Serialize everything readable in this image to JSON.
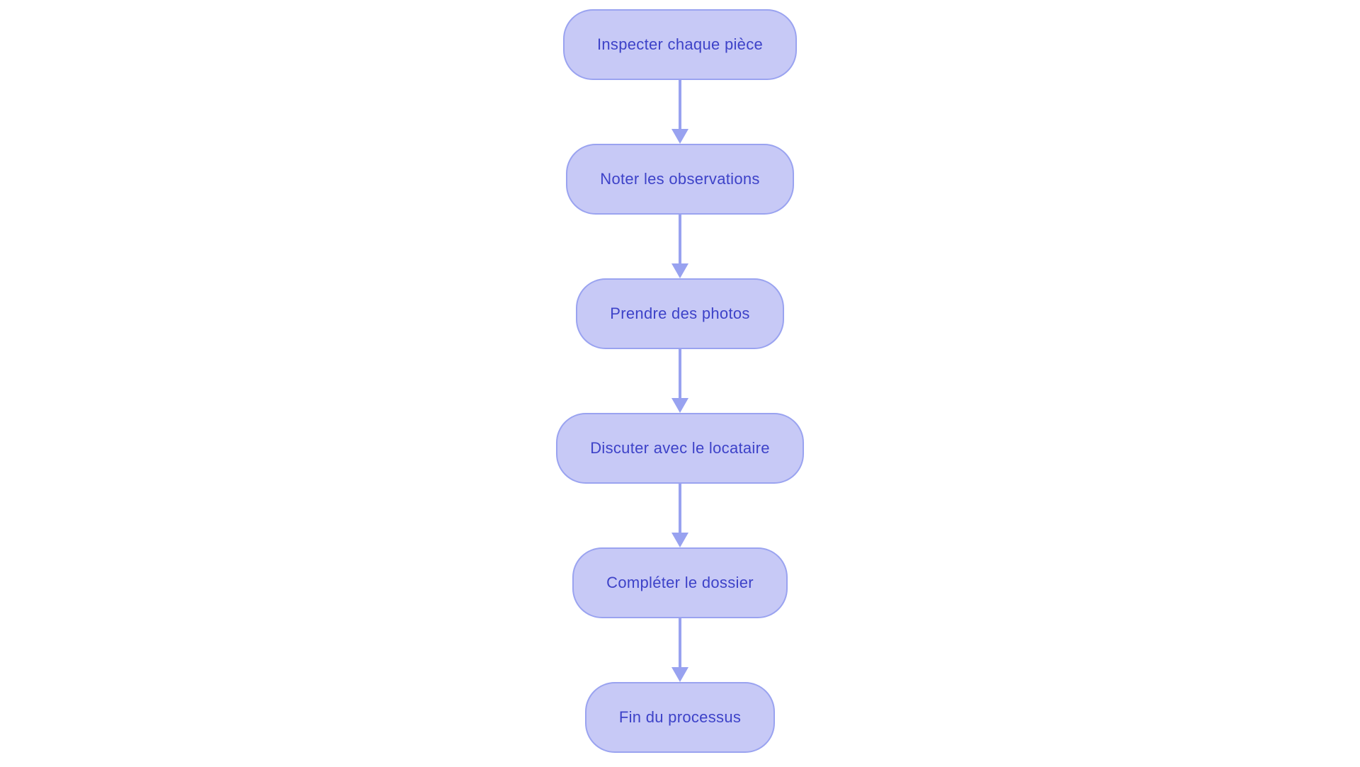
{
  "flowchart": {
    "type": "flowchart",
    "direction": "top-down",
    "nodes": [
      {
        "id": "step1",
        "label": "Inspecter chaque pièce"
      },
      {
        "id": "step2",
        "label": "Noter les observations"
      },
      {
        "id": "step3",
        "label": "Prendre des photos"
      },
      {
        "id": "step4",
        "label": "Discuter avec le locataire"
      },
      {
        "id": "step5",
        "label": "Compléter le dossier"
      },
      {
        "id": "step6",
        "label": "Fin du processus"
      }
    ],
    "edges": [
      {
        "from": "step1",
        "to": "step2",
        "arrow": "down"
      },
      {
        "from": "step2",
        "to": "step3",
        "arrow": "down"
      },
      {
        "from": "step3",
        "to": "step4",
        "arrow": "down"
      },
      {
        "from": "step4",
        "to": "step5",
        "arrow": "down"
      },
      {
        "from": "step5",
        "to": "step6",
        "arrow": "down"
      }
    ],
    "colors": {
      "node_fill": "#c7c9f6",
      "node_border": "#9aa3f0",
      "node_text": "#3d42c8",
      "arrow": "#98a2f0",
      "background": "#ffffff"
    }
  }
}
